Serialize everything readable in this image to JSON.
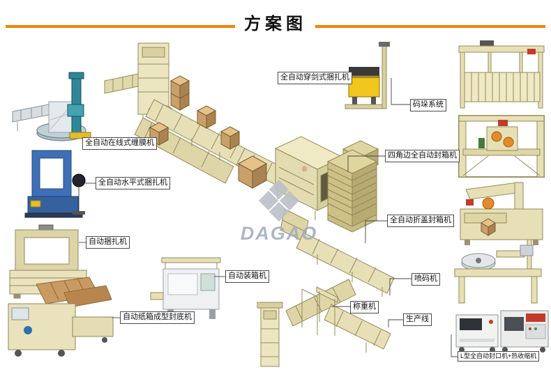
{
  "title": "方案图",
  "accent_color": "#f08300",
  "watermark": {
    "brand": "DAGAO",
    "registered_mark": "®"
  },
  "labels": [
    {
      "id": "inline-wrapper",
      "text": "全自动在线式缠膜机"
    },
    {
      "id": "horizontal-strapper",
      "text": "全自动水平式捆扎机"
    },
    {
      "id": "auto-strapper",
      "text": "自动捆扎机"
    },
    {
      "id": "carton-former",
      "text": "自动纸箱成型封底机"
    },
    {
      "id": "sword-strapper",
      "text": "全自动穿剑式捆扎机"
    },
    {
      "id": "palletizing-system",
      "text": "码垛系统"
    },
    {
      "id": "four-corner-sealer",
      "text": "四角边全自动封箱机"
    },
    {
      "id": "flap-fold-sealer",
      "text": "全自动折盖封箱机"
    },
    {
      "id": "inkjet-coder",
      "text": "喷码机"
    },
    {
      "id": "weighing-machine",
      "text": "称重机"
    },
    {
      "id": "production-line",
      "text": "生产线"
    },
    {
      "id": "case-packer",
      "text": "自动装箱机"
    },
    {
      "id": "l-sealer-shrink",
      "text": "L型全自动封口机+热收缩机"
    }
  ]
}
